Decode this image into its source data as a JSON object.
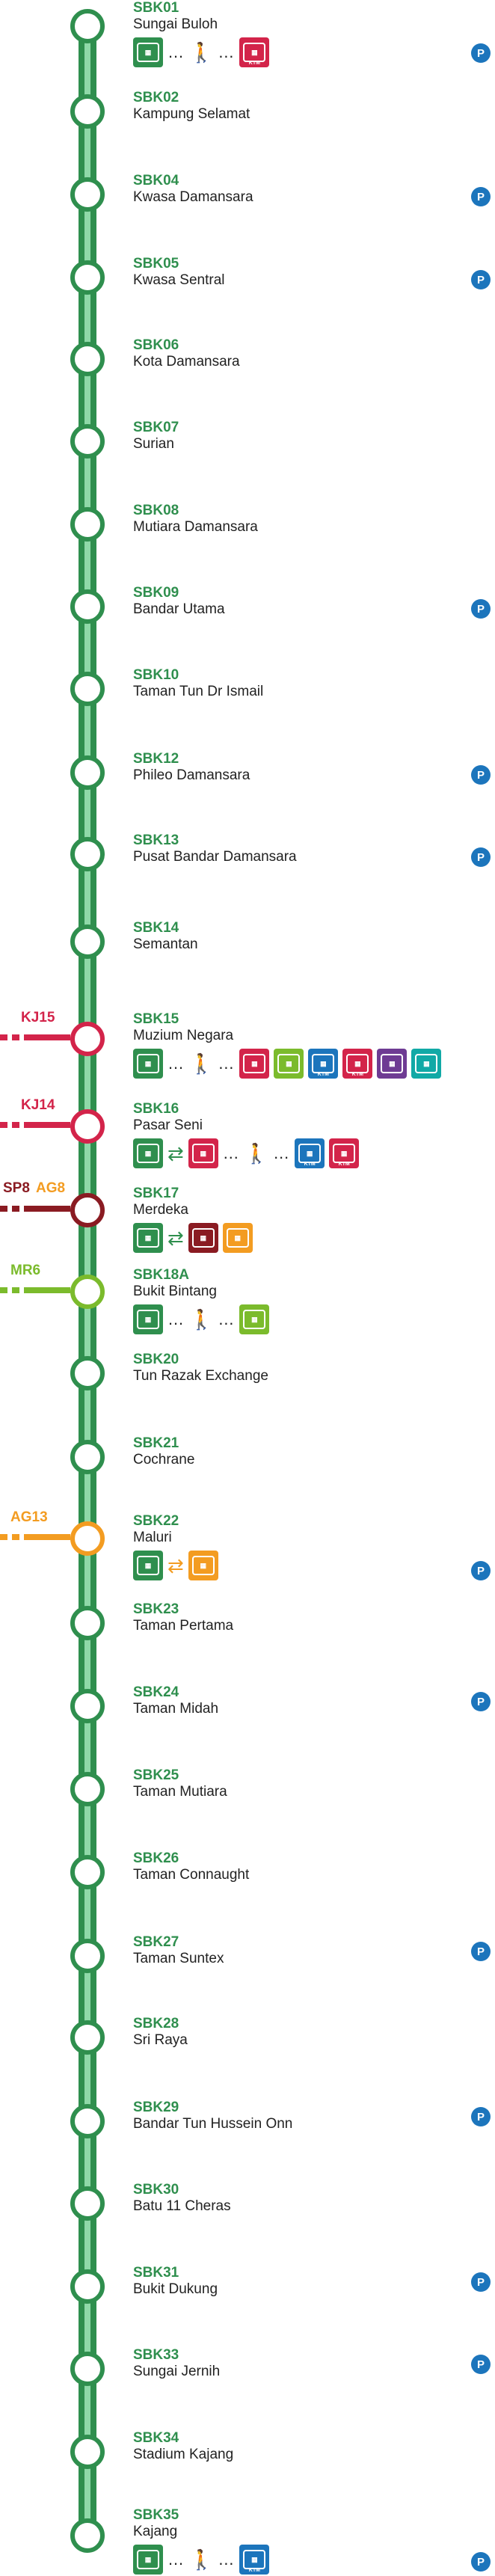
{
  "colors": {
    "line": "#2f8f4e",
    "red": "#d3244a",
    "maroon": "#8a1b22",
    "lime": "#7bbb2c",
    "orange": "#f39c21",
    "blue": "#1c75bc",
    "purple": "#6e3b93",
    "teal": "#11a9a6"
  },
  "icons": {
    "parking": "P",
    "ktm": "KTM",
    "walk": "walk-icon",
    "swap": "swap-icon"
  },
  "branches": {
    "kj15": "KJ15",
    "kj14": "KJ14",
    "sp8": "SP8",
    "ag8": "AG8",
    "mr6": "MR6",
    "ag13": "AG13"
  },
  "stations": [
    {
      "code": "SBK01",
      "name": "Sungai Buloh"
    },
    {
      "code": "SBK02",
      "name": "Kampung Selamat"
    },
    {
      "code": "SBK04",
      "name": "Kwasa Damansara"
    },
    {
      "code": "SBK05",
      "name": "Kwasa Sentral"
    },
    {
      "code": "SBK06",
      "name": "Kota Damansara"
    },
    {
      "code": "SBK07",
      "name": "Surian"
    },
    {
      "code": "SBK08",
      "name": "Mutiara Damansara"
    },
    {
      "code": "SBK09",
      "name": "Bandar Utama"
    },
    {
      "code": "SBK10",
      "name": "Taman Tun Dr Ismail"
    },
    {
      "code": "SBK12",
      "name": "Phileo Damansara"
    },
    {
      "code": "SBK13",
      "name": "Pusat Bandar Damansara"
    },
    {
      "code": "SBK14",
      "name": "Semantan"
    },
    {
      "code": "SBK15",
      "name": "Muzium Negara"
    },
    {
      "code": "SBK16",
      "name": "Pasar Seni"
    },
    {
      "code": "SBK17",
      "name": "Merdeka"
    },
    {
      "code": "SBK18A",
      "name": "Bukit Bintang"
    },
    {
      "code": "SBK20",
      "name": "Tun Razak Exchange"
    },
    {
      "code": "SBK21",
      "name": "Cochrane"
    },
    {
      "code": "SBK22",
      "name": "Maluri"
    },
    {
      "code": "SBK23",
      "name": "Taman Pertama"
    },
    {
      "code": "SBK24",
      "name": "Taman Midah"
    },
    {
      "code": "SBK25",
      "name": "Taman Mutiara"
    },
    {
      "code": "SBK26",
      "name": "Taman Connaught"
    },
    {
      "code": "SBK27",
      "name": "Taman Suntex"
    },
    {
      "code": "SBK28",
      "name": "Sri Raya"
    },
    {
      "code": "SBK29",
      "name": "Bandar Tun Hussein Onn"
    },
    {
      "code": "SBK30",
      "name": "Batu 11 Cheras"
    },
    {
      "code": "SBK31",
      "name": "Bukit Dukung"
    },
    {
      "code": "SBK33",
      "name": "Sungai Jernih"
    },
    {
      "code": "SBK34",
      "name": "Stadium Kajang"
    },
    {
      "code": "SBK35",
      "name": "Kajang"
    }
  ]
}
